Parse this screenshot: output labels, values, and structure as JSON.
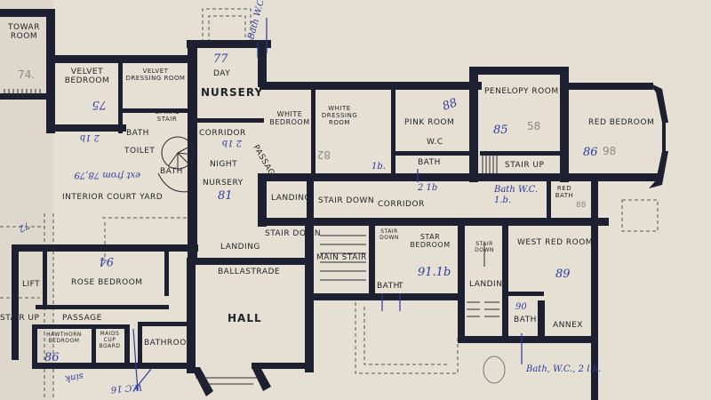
{
  "colors": {
    "paper": "#e6e0d4",
    "walls": "#1d2030",
    "ink": "#2b3a9c",
    "pencil": "#8a8a8a"
  },
  "rooms": {
    "tower_room": "TOWAR ROOM",
    "velvet_bedroom": "VELVET BEDROOM",
    "velvet_dressing_room": "VELVET DRESSING ROOM",
    "day_nursery_day": "DAY",
    "day_nursery": "NURSERY",
    "white_bedroom": "WHITE BEDROOM",
    "white_dressing_room": "WHITE DRESSING ROOM",
    "pink_room": "PINK ROOM",
    "penelopy_room": "PENELOPY ROOM",
    "red_bedroom": "RED BEDROOM",
    "spiral_stair": "SPIRAL STAIR",
    "corridor_upper": "CORRIDOR",
    "bath_small": "BATH",
    "toilet": "TOILET",
    "bath_curve": "BATH",
    "night_nursery_night": "NIGHT",
    "night_nursery": "NURSERY",
    "passage_diag": "PASSAGE",
    "interior_court_yard": "INTERIOR COURT YARD",
    "landing_upper": "LANDING",
    "stair_down_1": "STAIR DOWN",
    "corridor_main": "CORRIDOR",
    "pink_bath": "BATH",
    "wc": "W.C",
    "stair_up": "STAIR UP",
    "red_bath": "RED BATH",
    "landing": "LANDING",
    "stair_down_2": "STAIR DOWN",
    "ballastrade": "BALLASTRADE",
    "main_stair": "MAIN STAIR",
    "star_down": "STAIR DOWN",
    "star_bedroom": "STAR BEDROOM",
    "bath_t_bath": "BATH",
    "bath_t_t": "T",
    "stair_down_3": "STAIR DOWN",
    "landing_east": "LANDING",
    "west_red_room": "WEST RED ROOM",
    "bath_90": "BATH",
    "annex": "ANNEX",
    "lift": "LIFT",
    "rose_bedroom": "ROSE BEDROOM",
    "stair_up_left": "STAIR UP",
    "passage": "PASSAGE",
    "hawthorn_bedroom": "HAWTHORN BEDROOM",
    "maids_cupboard": "MAIDS CUP BOARD",
    "bathroom": "BATHROOM",
    "hall": "HALL"
  },
  "annotations": {
    "n74": "74.",
    "n75": "75",
    "n77": "77",
    "n82": "82",
    "n85": "85",
    "n58": "58",
    "n86": "86",
    "n98": "98",
    "n88": "88",
    "n89": "89",
    "n91": "91.1b",
    "n90": "90",
    "n94": "94",
    "n86b": "86",
    "n81": "81",
    "bath_wc_top": "Bath W.C.",
    "two_lb_left": "2 1b",
    "ext_from": "ext from 78,79",
    "two_lb_night": "2 1b",
    "one_b": "1b.",
    "two_lb_corr": "2 1b",
    "bath_wc_1b": "Bath W.C. 1.b.",
    "bath_wc_2lb": "Bath, W.C., 2 l.b.",
    "sink": "sink",
    "wc_16": "W.C 16",
    "n72": "72"
  }
}
